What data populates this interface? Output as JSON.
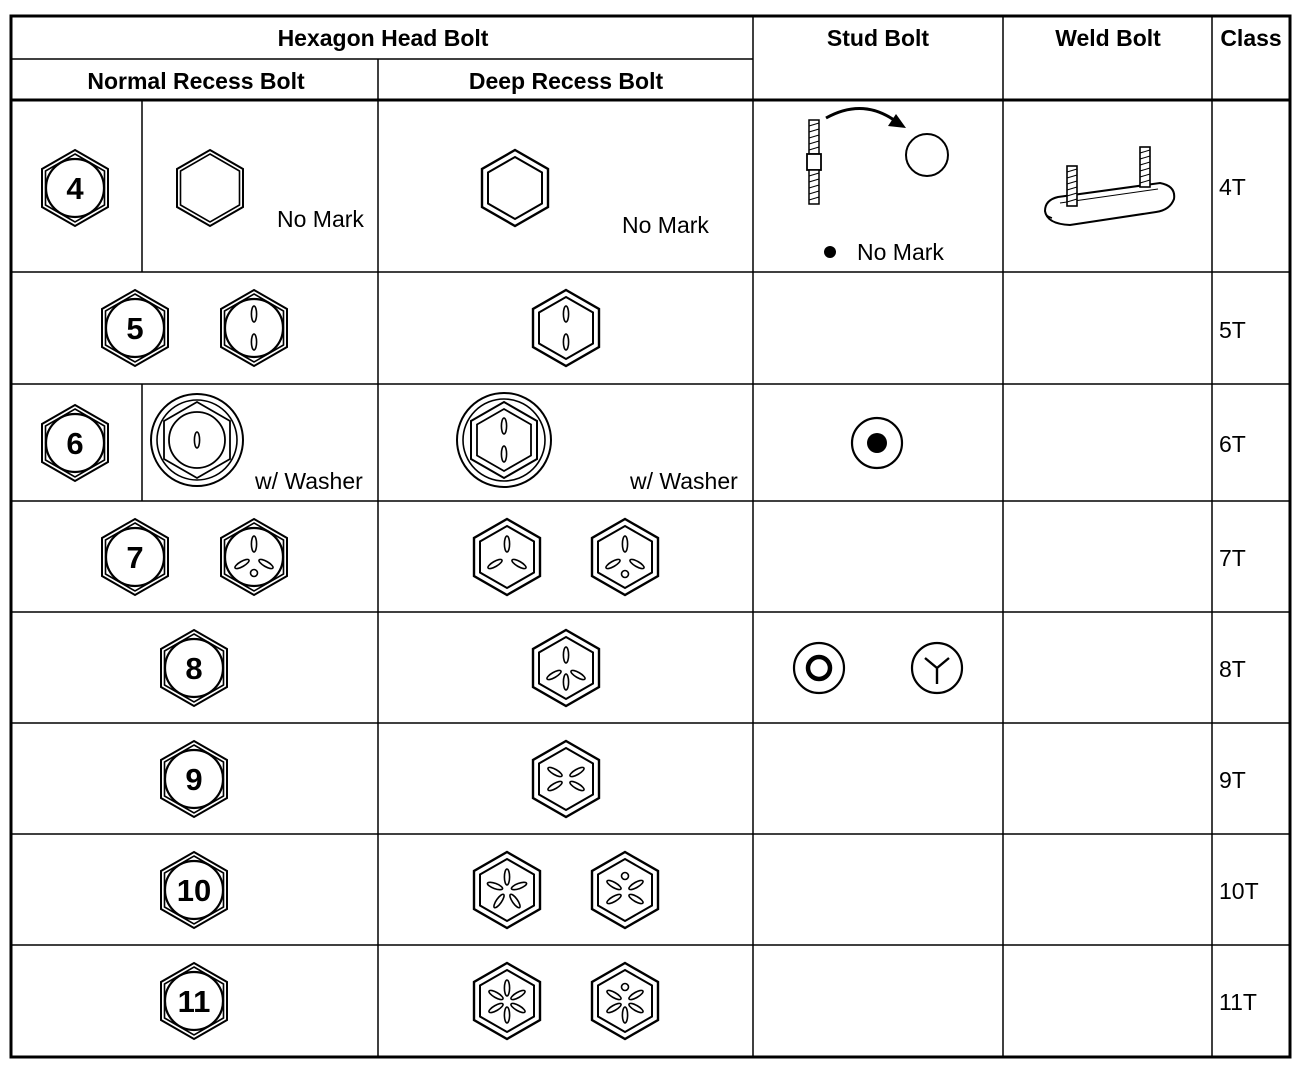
{
  "headers": {
    "hexagon_head_bolt": "Hexagon Head Bolt",
    "normal_recess_bolt": "Normal Recess Bolt",
    "deep_recess_bolt": "Deep Recess Bolt",
    "stud_bolt": "Stud Bolt",
    "weld_bolt": "Weld Bolt",
    "class": "Class"
  },
  "annotations": {
    "no_mark": "No Mark",
    "with_washer": "w/ Washer"
  },
  "rows": [
    {
      "class": "4T",
      "head_number": "4"
    },
    {
      "class": "5T",
      "head_number": "5"
    },
    {
      "class": "6T",
      "head_number": "6"
    },
    {
      "class": "7T",
      "head_number": "7"
    },
    {
      "class": "8T",
      "head_number": "8"
    },
    {
      "class": "9T",
      "head_number": "9"
    },
    {
      "class": "10T",
      "head_number": "10"
    },
    {
      "class": "11T",
      "head_number": "11"
    }
  ]
}
